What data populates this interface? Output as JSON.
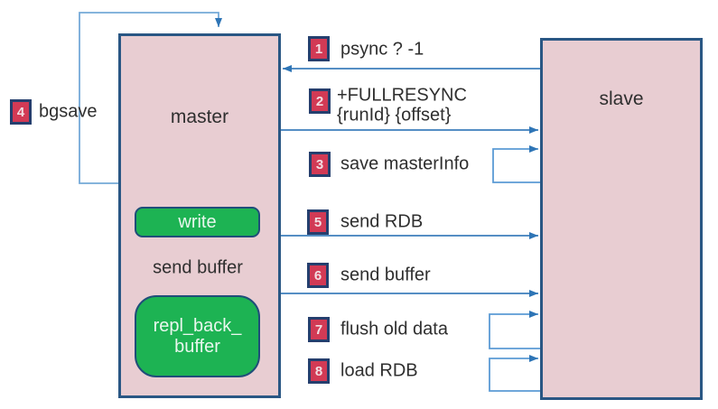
{
  "diagram": {
    "master": {
      "label": "master"
    },
    "slave": {
      "label": "slave"
    },
    "write_box": {
      "label": "write"
    },
    "repl_buffer_box": {
      "label_line1": "repl_back_",
      "label_line2": "buffer"
    },
    "send_buffer_arrow_label": "send buffer",
    "steps": [
      {
        "num": "1",
        "label": "psync ? -1"
      },
      {
        "num": "2",
        "label": "+FULLRESYNC",
        "label_line2": "{runId} {offset}"
      },
      {
        "num": "3",
        "label": "save masterInfo"
      },
      {
        "num": "4",
        "label": "bgsave"
      },
      {
        "num": "5",
        "label": "send RDB"
      },
      {
        "num": "6",
        "label": "send buffer"
      },
      {
        "num": "7",
        "label": "flush old data"
      },
      {
        "num": "8",
        "label": "load RDB"
      }
    ],
    "colors": {
      "node_fill": "#e8cdd2",
      "node_border": "#2a5784",
      "green_fill": "#1db353",
      "green_border": "#1f4e79",
      "badge_fill": "#d23a55",
      "badge_border": "#253f6e",
      "arrow_blue": "#2e75b6",
      "loop_line_blue": "#74a9d8",
      "text": "#2f2f2f"
    }
  }
}
